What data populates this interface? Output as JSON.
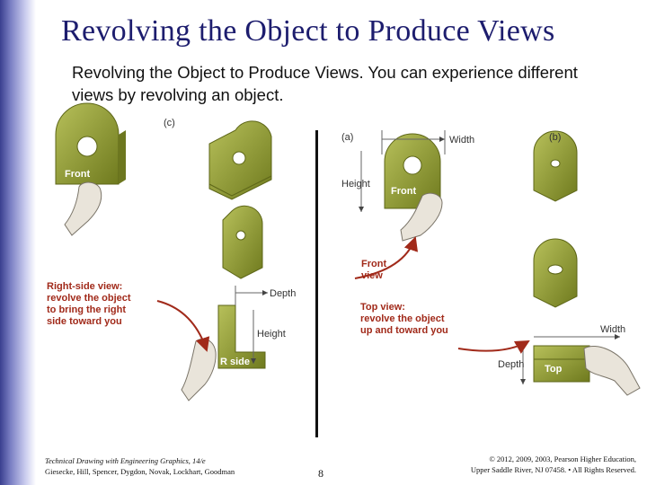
{
  "slide": {
    "title": "Revolving the Object to Produce Views",
    "body": "Revolving the Object to Produce Views. You can experience different views by revolving an object."
  },
  "figure": {
    "panel_c": {
      "label": "(c)",
      "front_label": "Front",
      "right_side_caption": [
        "Right-side view:",
        "revolve the object",
        "to bring the right",
        "side toward you"
      ],
      "depth": "Depth",
      "height": "Height",
      "r_side": "R side"
    },
    "panel_a": {
      "label": "(a)",
      "width": "Width",
      "height": "Height",
      "front": "Front",
      "front_view_caption": [
        "Front",
        "view"
      ],
      "top_view_caption": [
        "Top view:",
        "revolve the object",
        "up and toward you"
      ]
    },
    "panel_b": {
      "label": "(b)",
      "width": "Width",
      "depth": "Depth",
      "top": "Top"
    }
  },
  "footer": {
    "book_title": "Technical Drawing with Engineering Graphics, 14/e",
    "authors": "Giesecke, Hill, Spencer, Dygdon, Novak, Lockhart, Goodman",
    "page": "8",
    "copyright_line1": "© 2012, 2009, 2003, Pearson Higher Education,",
    "copyright_line2": "Upper Saddle River, NJ 07458. • All Rights Reserved."
  },
  "colors": {
    "title": "#1d1d6e",
    "object": "#8f9a2c",
    "caption": "#a12a1a"
  }
}
